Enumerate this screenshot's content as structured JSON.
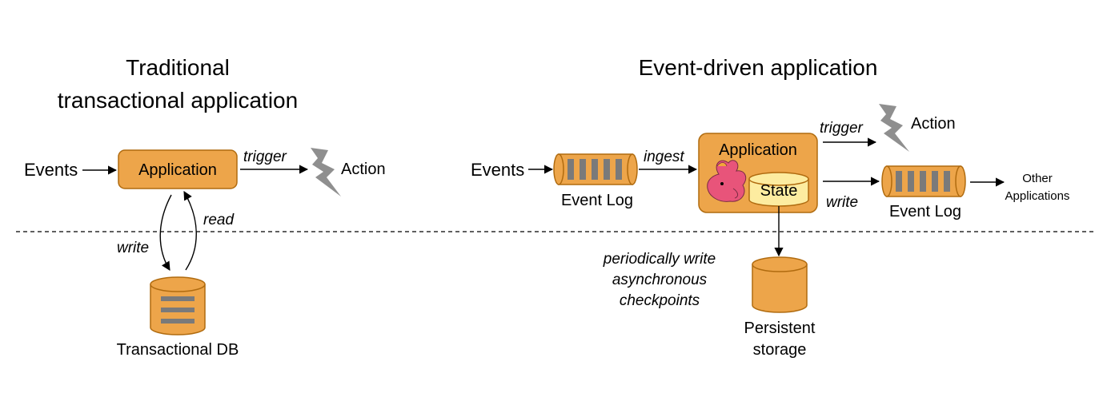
{
  "left": {
    "title_line1": "Traditional",
    "title_line2": "transactional application",
    "events_label": "Events",
    "application_label": "Application",
    "trigger_label": "trigger",
    "action_label": "Action",
    "read_label": "read",
    "write_label": "write",
    "db_label": "Transactional DB"
  },
  "right": {
    "title": "Event-driven application",
    "events_label": "Events",
    "ingest_label": "ingest",
    "event_log_in_label": "Event Log",
    "application_label": "Application",
    "state_label": "State",
    "trigger_label": "trigger",
    "action_label": "Action",
    "write_label": "write",
    "event_log_out_label": "Event Log",
    "other_apps_line1": "Other",
    "other_apps_line2": "Applications",
    "checkpoint_line1": "periodically write",
    "checkpoint_line2": "asynchronous",
    "checkpoint_line3": "checkpoints",
    "storage_line1": "Persistent",
    "storage_line2": "storage"
  },
  "colors": {
    "component_fill": "#EDA54A",
    "component_border": "#B06B0F",
    "state_fill": "#FDECA0",
    "bolt": "#8f8f8f",
    "log_stripe": "#7a7a7a"
  },
  "icons": [
    "lightning-bolt-icon",
    "database-icon",
    "event-log-icon",
    "squirrel-logo"
  ]
}
